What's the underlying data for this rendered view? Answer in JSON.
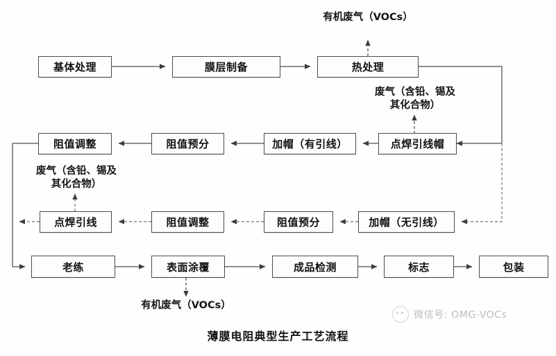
{
  "diagram": {
    "caption": "薄膜电阻典型生产工艺流程",
    "nodes": {
      "substrate_treatment": "基体处理",
      "film_preparation": "膜层制备",
      "heat_treatment": "热处理",
      "resistance_adjust_1": "阻值调整",
      "resistance_presort_1": "阻值预分",
      "cap_with_lead": "加帽（有引线）",
      "spot_weld_lead_cap": "点焊引线帽",
      "spot_weld_lead": "点焊引线",
      "resistance_adjust_2": "阻值调整",
      "resistance_presort_2": "阻值预分",
      "cap_without_lead": "加帽（无引线）",
      "aging": "老练",
      "surface_coating": "表面涂覆",
      "product_inspection": "成品检测",
      "marking": "标志",
      "packaging": "包装"
    },
    "emissions": {
      "vocs_top": "有机废气（VOCs）",
      "exhaust_heat_treatment": "废气（含铅、锡及\n其化合物）",
      "exhaust_spot_weld": "废气（含铅、锡及\n其化合物）",
      "vocs_bottom": "有机废气（VOCs）"
    }
  },
  "watermark": {
    "text": "微信号: OMG-VOCs"
  },
  "colors": {
    "box_border": "#4a4a4a",
    "line": "#6b6b6b",
    "text": "#111111",
    "watermark": "#b9b9b9"
  }
}
